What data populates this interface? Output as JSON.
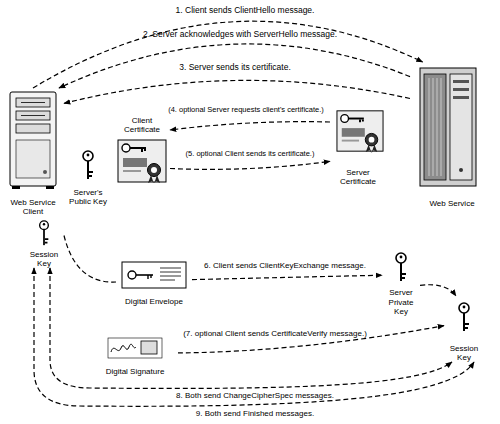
{
  "diagram": {
    "nodes": [
      {
        "text": [
          "Web Service Client"
        ]
      },
      {
        "text": [
          "Web Service"
        ]
      },
      {
        "text": [
          "Client Certificate"
        ]
      },
      {
        "text": [
          "Server Certificate"
        ]
      },
      {
        "text": [
          "Server's Public Key"
        ]
      },
      {
        "text": [
          "Session Key"
        ]
      },
      {
        "text": [
          "Digital Envelope"
        ]
      },
      {
        "text": [
          "Server Private Key"
        ]
      },
      {
        "text": [
          "Session Key"
        ]
      },
      {
        "text": [
          "Digital Signature"
        ]
      }
    ],
    "edges": [
      {
        "from": 0,
        "to": 1,
        "arrow": "to",
        "label": "1. Client sends ClientHello message."
      },
      {
        "from": 1,
        "to": 0,
        "arrow": "to",
        "label": "2. Server acknowledges with ServerHello message."
      },
      {
        "from": 1,
        "to": 0,
        "arrow": "to",
        "label": "3. Server sends its certificate."
      },
      {
        "from": 3,
        "to": 2,
        "arrow": "to",
        "label": "(4. optional Server requests client's certificate.)"
      },
      {
        "from": 2,
        "to": 3,
        "arrow": "to",
        "label": "(5. optional Client sends its certificate.)"
      },
      {
        "from": 5,
        "to": 6,
        "arrow": "none"
      },
      {
        "from": 6,
        "to": 7,
        "arrow": "to",
        "label": "6. Client sends ClientKeyExchange message."
      },
      {
        "from": 7,
        "to": 8,
        "arrow": "to"
      },
      {
        "from": 9,
        "to": 8,
        "arrow": "to",
        "label": "(7. optional Client sends CertificateVerify message.)"
      },
      {
        "from": 5,
        "to": 8,
        "arrow": "both",
        "label": "8. Both send ChangeCipherSpec messages."
      },
      {
        "from": 5,
        "to": 8,
        "arrow": "both",
        "label": "9. Both send Finished messages."
      }
    ]
  }
}
